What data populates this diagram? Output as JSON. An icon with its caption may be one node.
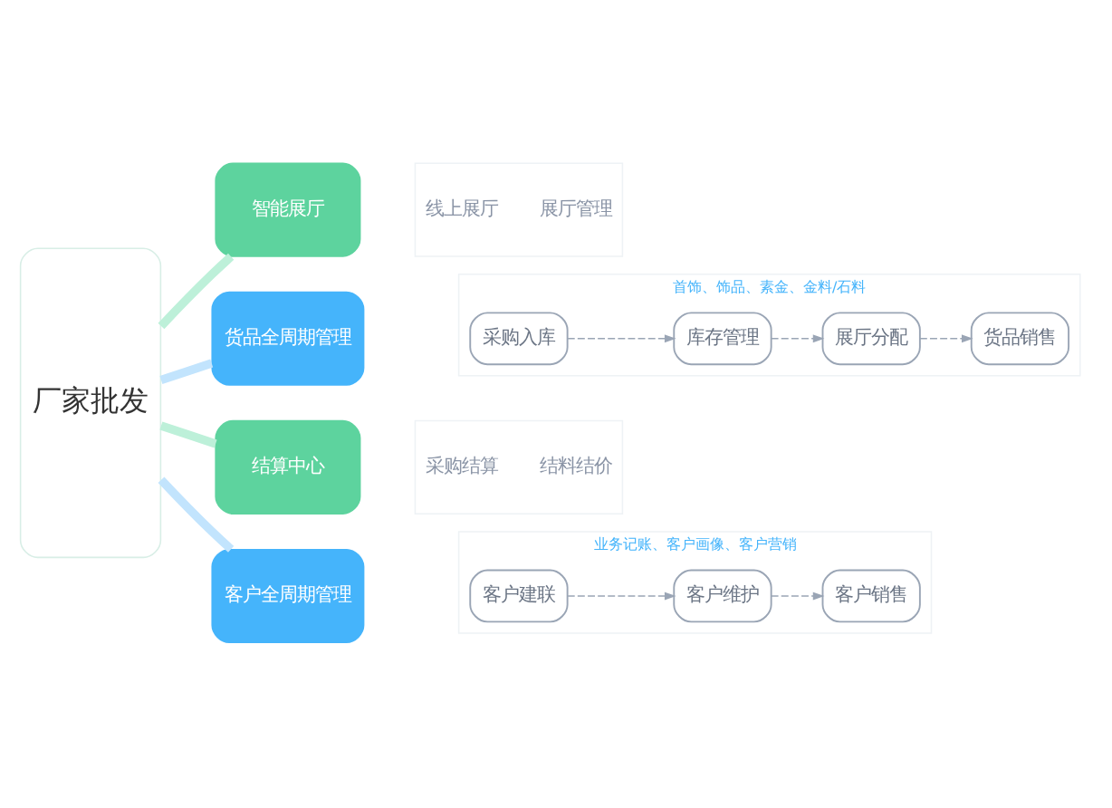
{
  "diagram": {
    "nodes": [
      {
        "text": [
          "厂家批发"
        ]
      },
      {
        "text": [
          "智能展厅"
        ]
      },
      {
        "text": [
          "线上展厅",
          "展厅管理"
        ]
      },
      {
        "text": [
          "货品全周期管理"
        ]
      },
      {
        "text": [
          "首饰、饰品、素金、金料/石料"
        ]
      },
      {
        "text": [
          "采购入库"
        ],
        "in": 4
      },
      {
        "text": [
          "库存管理"
        ],
        "in": 4
      },
      {
        "text": [
          "展厅分配"
        ],
        "in": 4
      },
      {
        "text": [
          "货品销售"
        ],
        "in": 4
      },
      {
        "text": [
          "结算中心"
        ]
      },
      {
        "text": [
          "采购结算",
          "结料结价"
        ]
      },
      {
        "text": [
          "客户全周期管理"
        ]
      },
      {
        "text": [
          "业务记账、客户画像、客户营销"
        ]
      },
      {
        "text": [
          "客户建联"
        ],
        "in": 12
      },
      {
        "text": [
          "客户维护"
        ],
        "in": 12
      },
      {
        "text": [
          "客户销售"
        ],
        "in": 12
      }
    ],
    "edges": [
      {
        "from": 0,
        "to": 1,
        "arrow": "none",
        "style": "thick",
        "color": "#bdf0d9"
      },
      {
        "from": 0,
        "to": 3,
        "arrow": "none",
        "style": "thick",
        "color": "#c2e4fd"
      },
      {
        "from": 0,
        "to": 9,
        "arrow": "none",
        "style": "thick",
        "color": "#bdf0d9"
      },
      {
        "from": 0,
        "to": 11,
        "arrow": "none",
        "style": "thick",
        "color": "#c2e4fd"
      },
      {
        "from": 5,
        "to": 6,
        "arrow": "to",
        "style": "dashed"
      },
      {
        "from": 6,
        "to": 7,
        "arrow": "to",
        "style": "dashed"
      },
      {
        "from": 7,
        "to": 8,
        "arrow": "to",
        "style": "dashed"
      },
      {
        "from": 13,
        "to": 14,
        "arrow": "to",
        "style": "dashed"
      },
      {
        "from": 14,
        "to": 15,
        "arrow": "to",
        "style": "dashed"
      }
    ]
  }
}
